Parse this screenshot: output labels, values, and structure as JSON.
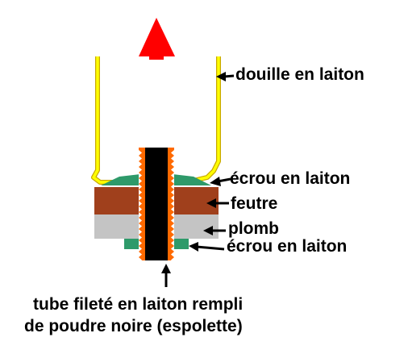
{
  "labels": {
    "douille": "douille en laiton",
    "ecrou_haut": "écrou en laiton",
    "feutre": "feutre",
    "plomb": "plomb",
    "ecrou_bas": "écrou en laiton",
    "tube_line1": "tube fileté en laiton rempli",
    "tube_line2": "de poudre noire (espolette)"
  },
  "colors": {
    "arrow_up": "#ff0000",
    "douille": "#ffff00",
    "douille_outline": "#c8a800",
    "ecrou": "#2e9a6a",
    "feutre": "#a0401c",
    "plomb": "#c4c4c4",
    "tube": "#000000",
    "thread": "#ff6a00",
    "pointer": "#000000"
  }
}
